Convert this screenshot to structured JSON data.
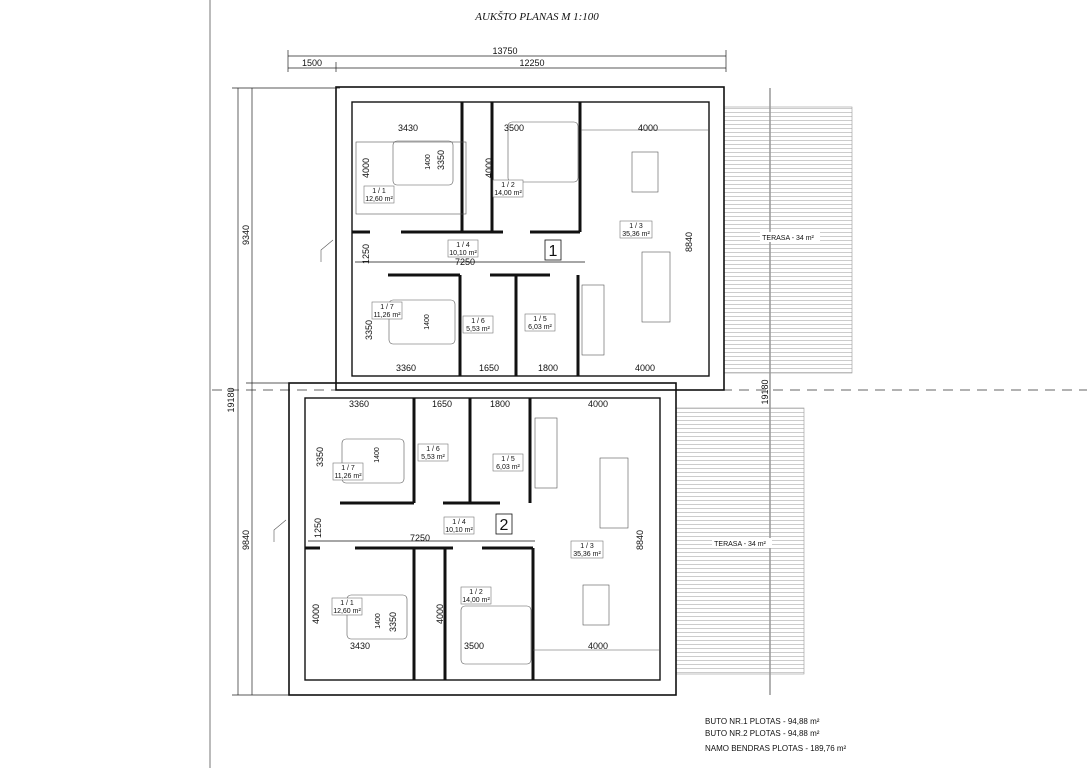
{
  "title": "AUKŠTO PLANAS M 1:100",
  "overall_dims": {
    "width_total": "13750",
    "offset": "1500",
    "width_main": "12250",
    "height_total_left": "19180",
    "height_total_right": "19180",
    "unit1_height": "9340",
    "unit2_height": "9840"
  },
  "terrace_label": "TERASA - 34 m²",
  "units": [
    {
      "number": "1",
      "rooms": [
        {
          "code": "1 / 1",
          "area": "12,60 m²"
        },
        {
          "code": "1 / 2",
          "area": "14,00 m²"
        },
        {
          "code": "1 / 3",
          "area": "35,36 m²"
        },
        {
          "code": "1 / 4",
          "area": "10,10 m²"
        },
        {
          "code": "1 / 5",
          "area": "6,03 m²"
        },
        {
          "code": "1 / 6",
          "area": "5,53 m²"
        },
        {
          "code": "1 / 7",
          "area": "11,26 m²"
        }
      ],
      "dims": [
        "3430",
        "3500",
        "4000",
        "4000",
        "3350",
        "4000",
        "8840",
        "1250",
        "7250",
        "3350",
        "3360",
        "1650",
        "1800",
        "4000",
        "1400",
        "1400"
      ]
    },
    {
      "number": "2",
      "rooms": [
        {
          "code": "1 / 1",
          "area": "12,60 m²"
        },
        {
          "code": "1 / 2",
          "area": "14,00 m²"
        },
        {
          "code": "1 / 3",
          "area": "35,36 m²"
        },
        {
          "code": "1 / 4",
          "area": "10,10 m²"
        },
        {
          "code": "1 / 5",
          "area": "6,03 m²"
        },
        {
          "code": "1 / 6",
          "area": "5,53 m²"
        },
        {
          "code": "1 / 7",
          "area": "11,26 m²"
        }
      ],
      "dims": [
        "3360",
        "1650",
        "1800",
        "4000",
        "3350",
        "1250",
        "7250",
        "8840",
        "4000",
        "3350",
        "4000",
        "3430",
        "3500",
        "4000",
        "1400",
        "1400"
      ]
    }
  ],
  "summary": [
    "BUTO NR.1 PLOTAS - 94,88 m²",
    "BUTO NR.2 PLOTAS - 94,88 m²",
    "NAMO BENDRAS PLOTAS - 189,76 m²"
  ]
}
